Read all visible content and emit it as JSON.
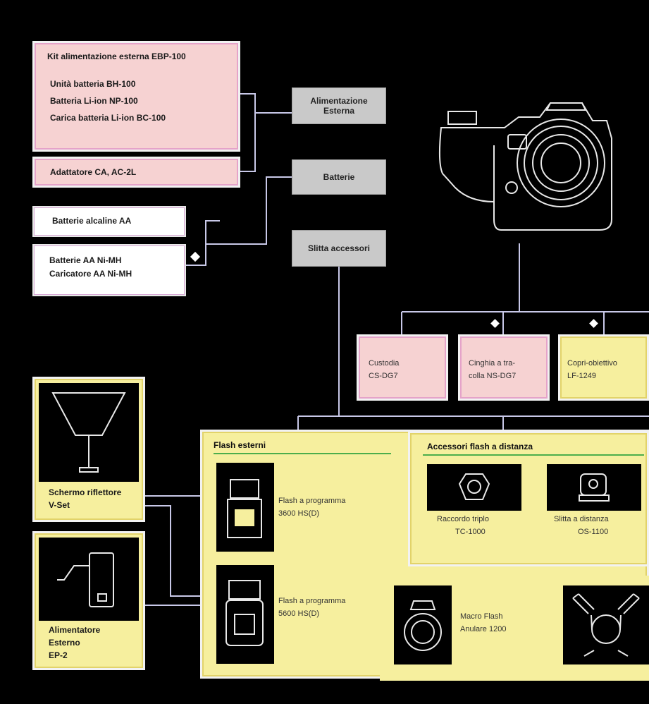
{
  "kit": {
    "title": "Kit alimentazione esterna EBP-100",
    "items": [
      "Unità batteria BH-100",
      "Batteria Li-ion NP-100",
      "Carica batteria Li-ion BC-100"
    ]
  },
  "adattatore": "Adattatore CA, AC-2L",
  "alimentazione": [
    "Alimentazione",
    "Esterna"
  ],
  "batterie": "Batterie",
  "alcaline": "Batterie alcaline AA",
  "nimh": [
    "Batterie AA Ni-MH",
    "Caricatore AA Ni-MH"
  ],
  "slitta": "Slitta accessori",
  "custodia": [
    "Custodia",
    "CS-DG7"
  ],
  "cinghia": [
    "Cinghia a tra-",
    "colla NS-DG7"
  ],
  "copri": [
    "Copri-obiettivo",
    "LF-1249"
  ],
  "schermo": [
    "Schermo riflettore",
    "V-Set"
  ],
  "alimentatore_ep2": [
    "Alimentatore",
    "Esterno",
    "EP-2"
  ],
  "flash_esterni": {
    "title": "Flash esterni",
    "f3600": [
      "Flash a programma",
      "3600 HS(D)"
    ],
    "f5600": [
      "Flash a programma",
      "5600 HS(D)"
    ]
  },
  "accessori_flash": {
    "title": "Accessori flash a distanza",
    "raccordo": [
      "Raccordo triplo",
      "TC-1000"
    ],
    "slitta_distanza": [
      "Slitta a distanza",
      "OS-1100"
    ]
  },
  "macro": [
    "Macro Flash",
    "Anulare 1200"
  ]
}
